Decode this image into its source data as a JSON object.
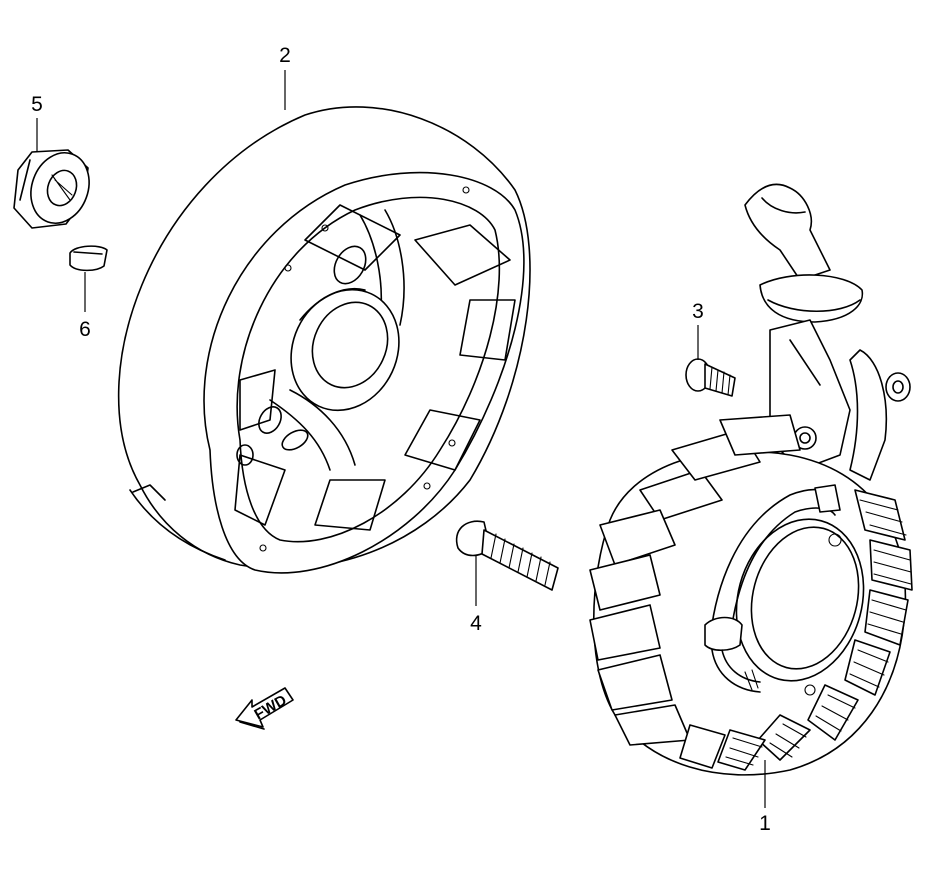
{
  "diagram": {
    "callouts": [
      {
        "id": "1",
        "label": "1"
      },
      {
        "id": "2",
        "label": "2"
      },
      {
        "id": "3",
        "label": "3"
      },
      {
        "id": "4",
        "label": "4"
      },
      {
        "id": "5",
        "label": "5"
      },
      {
        "id": "6",
        "label": "6"
      }
    ],
    "direction_label": "FWD"
  }
}
